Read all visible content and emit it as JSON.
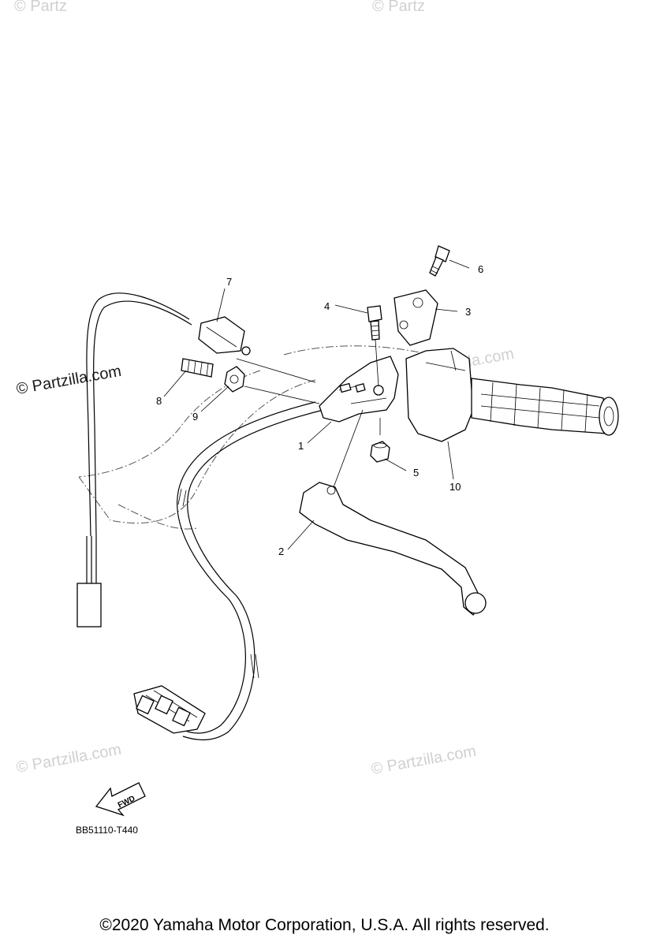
{
  "diagram": {
    "callouts": [
      "1",
      "2",
      "3",
      "4",
      "5",
      "6",
      "7",
      "8",
      "9",
      "10"
    ],
    "direction_label": "FWD",
    "drawing_code": "BB51110-T440"
  },
  "watermarks": {
    "text": "© Partzilla.com",
    "truncated": "© Partz"
  },
  "footer": {
    "copyright": "©2020 Yamaha Motor Corporation, U.S.A. All rights reserved."
  }
}
